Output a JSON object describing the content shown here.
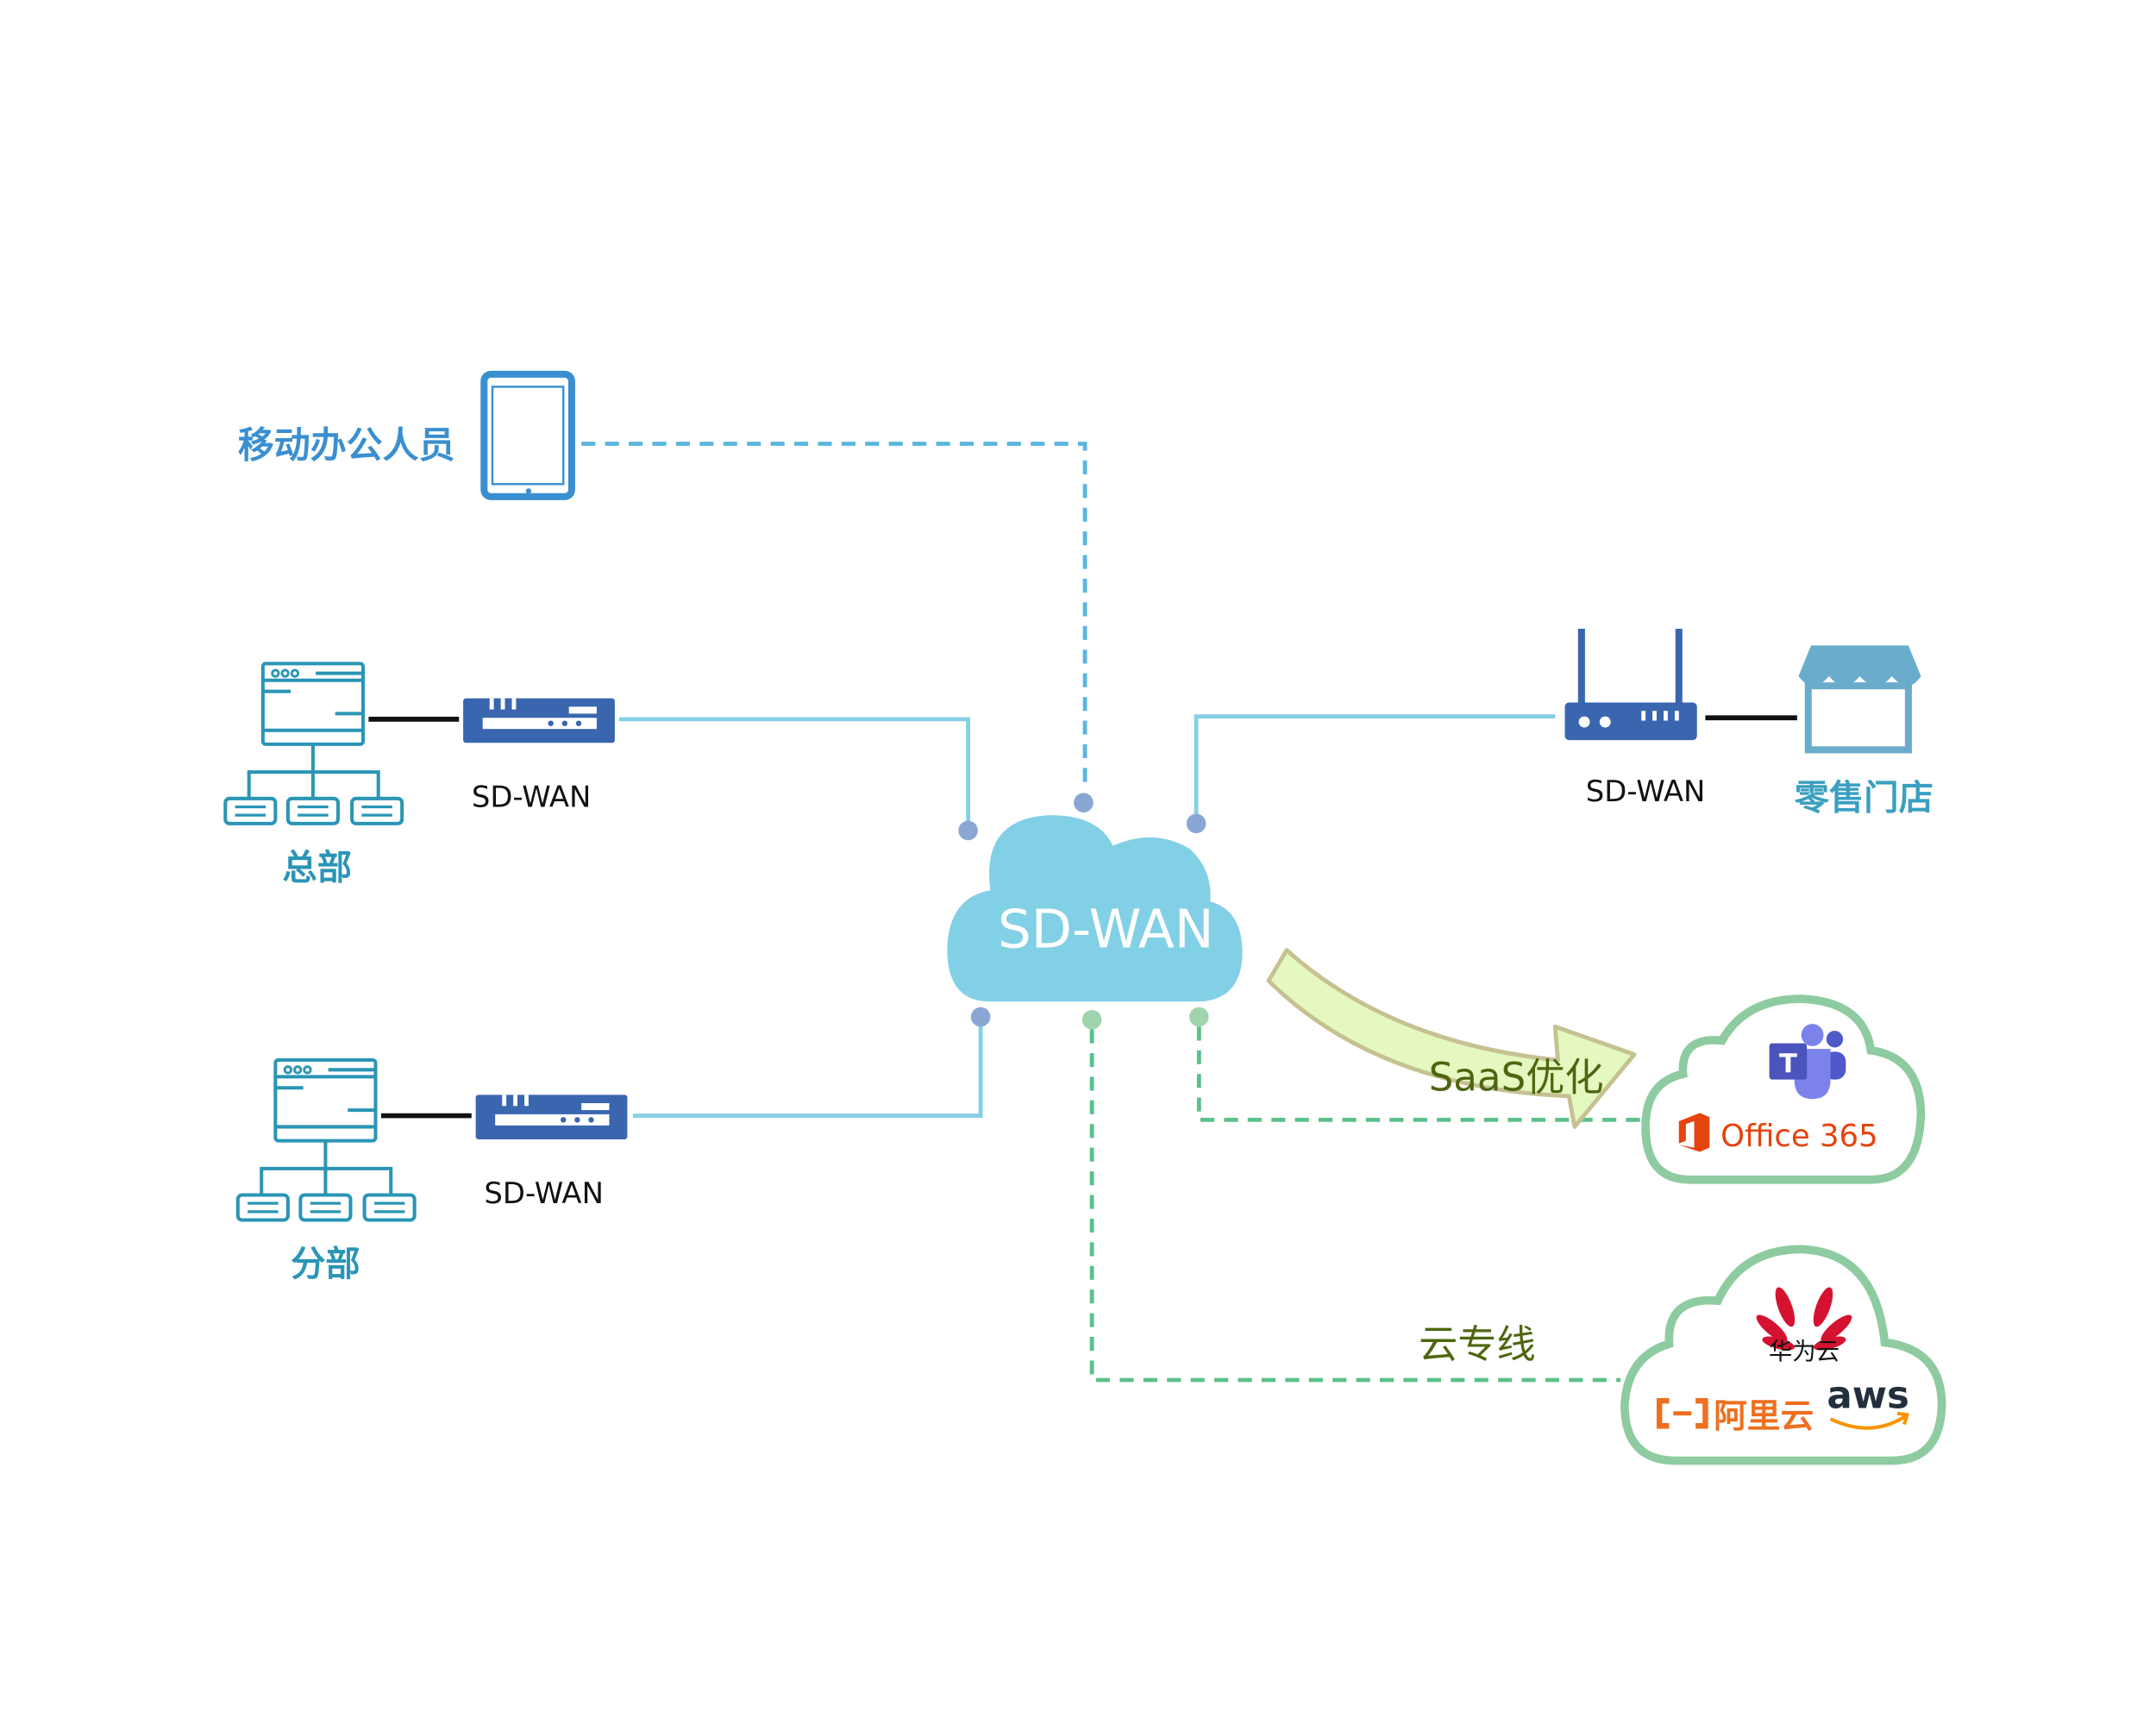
{
  "colors": {
    "blue_label": "#3a8fd0",
    "teal_label": "#2a95b5",
    "device_blue": "#3a66b0",
    "link_blue": "#86d0e6",
    "dashed_blue": "#5ab6de",
    "cloud_fill": "#82d0e6",
    "dot": "#8aa7d4",
    "green": "#5cc08a",
    "green_dot": "#9fd4ad",
    "cloud_outline": "#8ecba0",
    "arrow_fill": "#e4f8c0",
    "arrow_stroke": "#c6c192",
    "olive_text": "#4e6610",
    "office_orange": "#e5440f",
    "teams_purple": "#5059c9",
    "huawei_red": "#d5122f",
    "aliyun_orange": "#ee6f1f",
    "aws_dark": "#232f3e",
    "aws_orange": "#f79400"
  },
  "nodes": {
    "mobile": {
      "label": "移动办公人员",
      "icon": "tablet-icon"
    },
    "hq": {
      "label": "总部",
      "device_label": "SD-WAN",
      "icon": "network-tree-icon"
    },
    "branch": {
      "label": "分部",
      "device_label": "SD-WAN",
      "icon": "network-tree-icon"
    },
    "retail": {
      "label": "零售门店",
      "device_label": "SD-WAN",
      "icon": "store-icon"
    },
    "core": {
      "label": "SD-WAN",
      "icon": "cloud-icon"
    }
  },
  "links": {
    "saas": {
      "label": "SaaS优化"
    },
    "cloud_line": {
      "label": "云专线"
    }
  },
  "saas_cloud": {
    "office_label": "Office 365",
    "logos": [
      "teams-logo",
      "office-logo"
    ]
  },
  "public_cloud": {
    "huawei_label": "华为云",
    "aliyun_label": "阿里云",
    "aws_label": "aws"
  }
}
